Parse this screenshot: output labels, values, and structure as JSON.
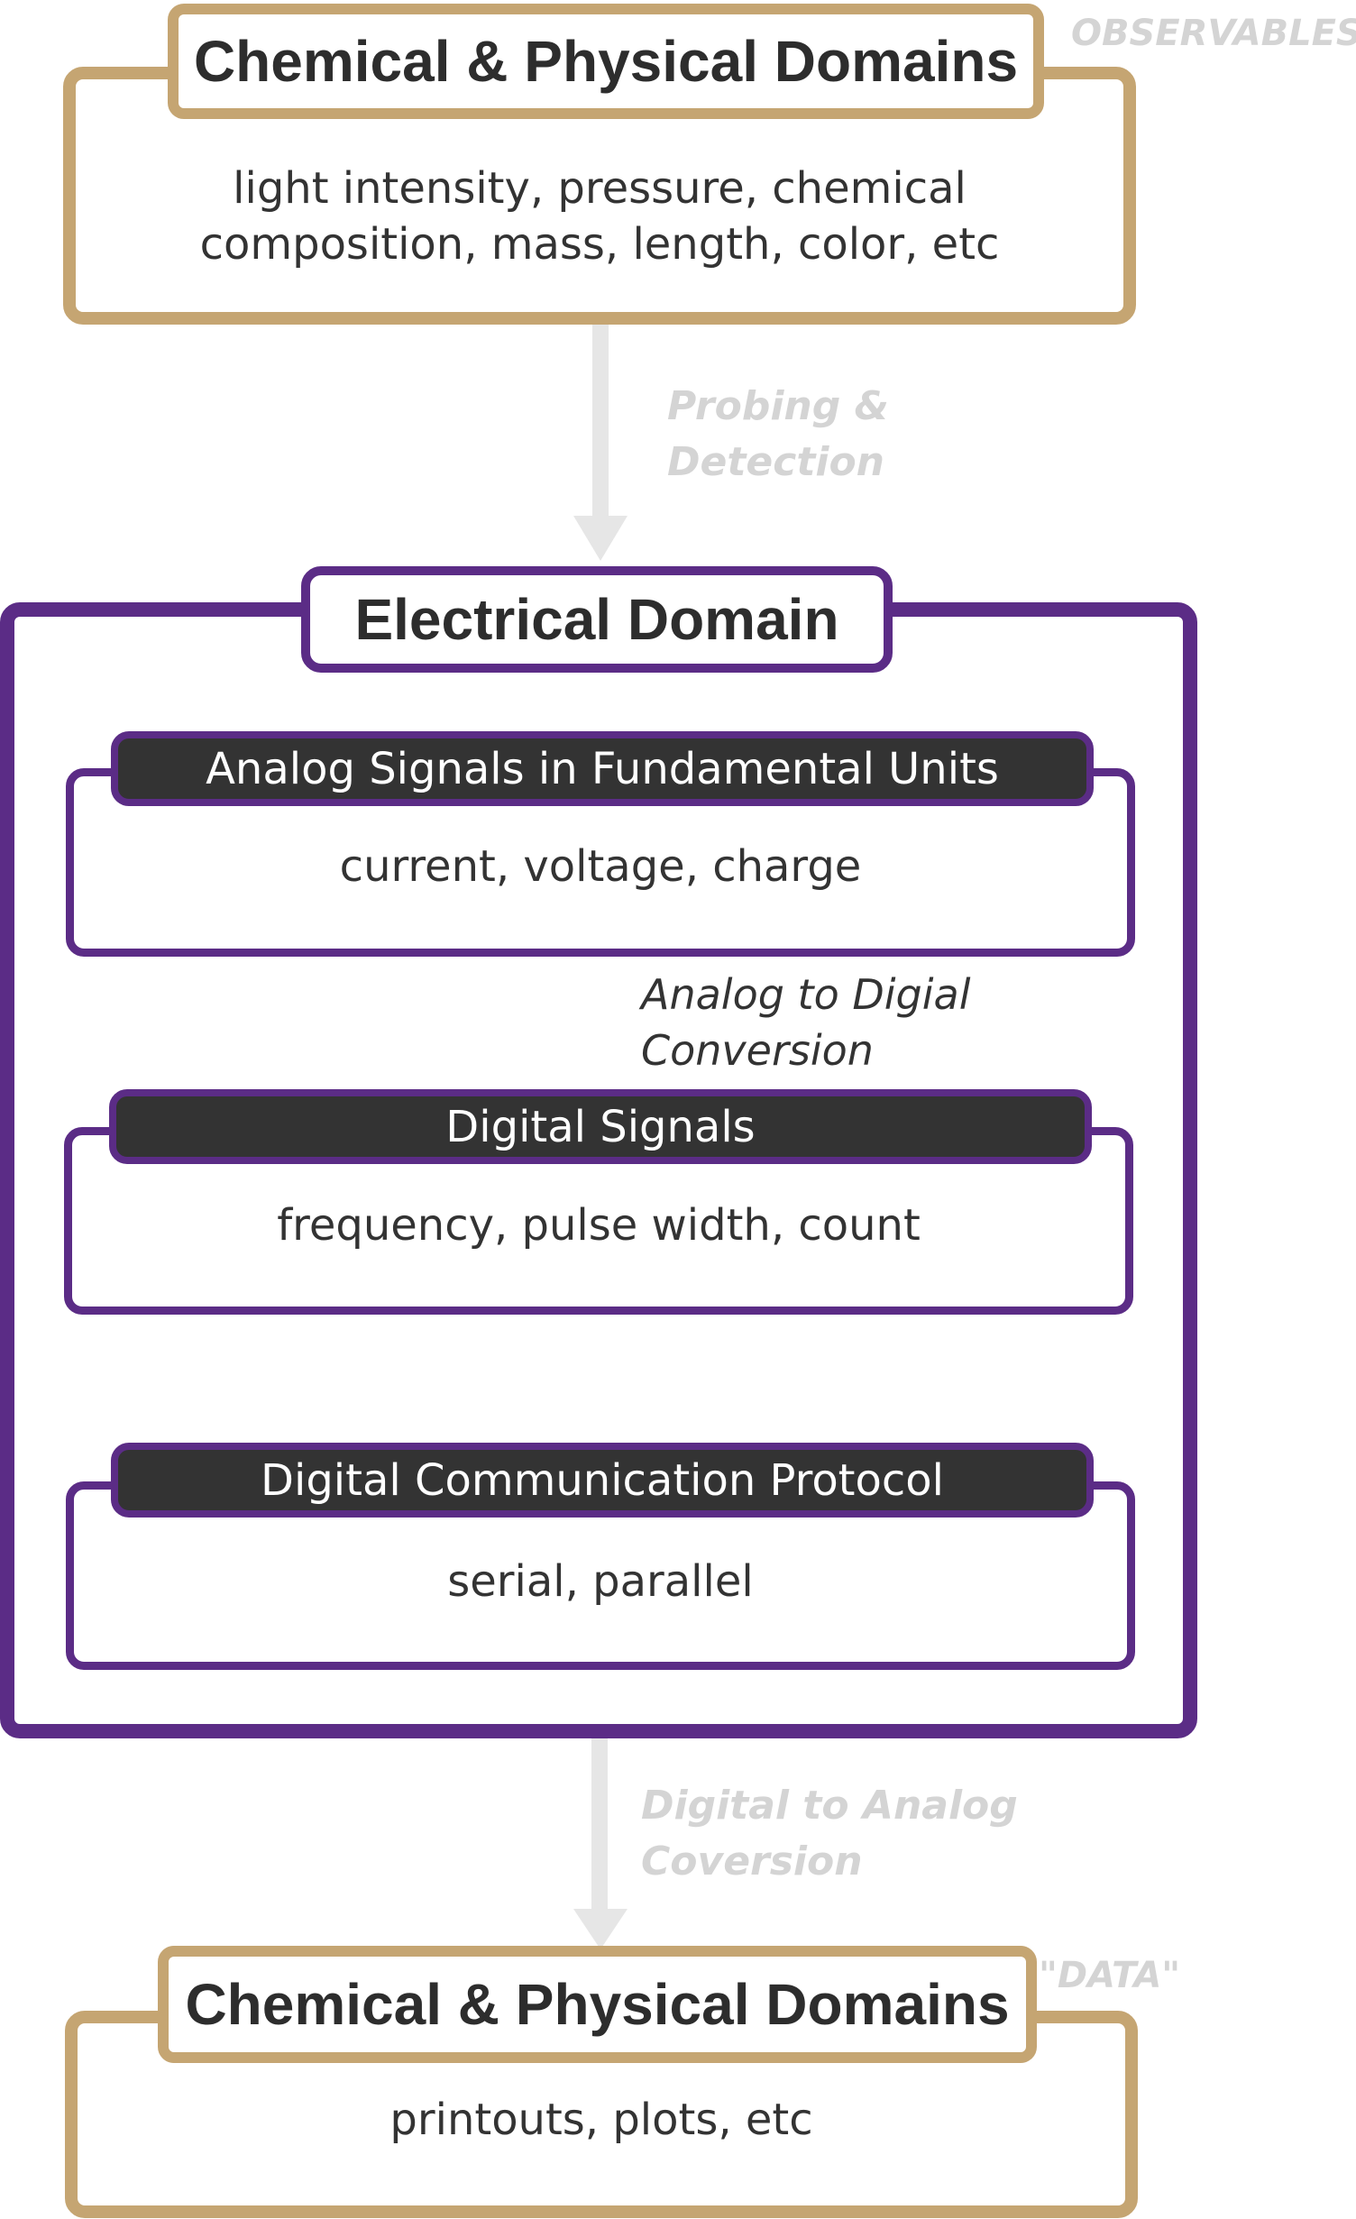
{
  "top_domain": {
    "title": "Chemical & Physical Domains",
    "tag": "OBSERVABLES",
    "body_line1": "light intensity, pressure, chemical",
    "body_line2": "composition, mass, length, color, etc"
  },
  "probe_arrow": {
    "label_line1": "Probing &",
    "label_line2": "Detection"
  },
  "electrical_domain": {
    "title": "Electrical Domain",
    "stages": [
      {
        "title": "Analog Signals in Fundamental Units",
        "body": "current, voltage, charge"
      },
      {
        "title": "Digital Signals",
        "body": "frequency, pulse width, count"
      },
      {
        "title": "Digital Communication Protocol",
        "body": "serial, parallel"
      }
    ],
    "adc_label_line1": "Analog to Digial",
    "adc_label_line2": "Conversion"
  },
  "dac_arrow": {
    "label_line1": "Digital to Analog",
    "label_line2": "Coversion"
  },
  "bottom_domain": {
    "title": "Chemical & Physical Domains",
    "tag": "\"DATA\"",
    "body": "printouts, plots, etc"
  },
  "colors": {
    "gold": "#c5a572",
    "purple": "#5b2c86",
    "dark_bar": "#333333",
    "faded_text": "#d4d4d4",
    "arrow_light": "#e6e6e6",
    "arrow_dark": "#000000"
  }
}
